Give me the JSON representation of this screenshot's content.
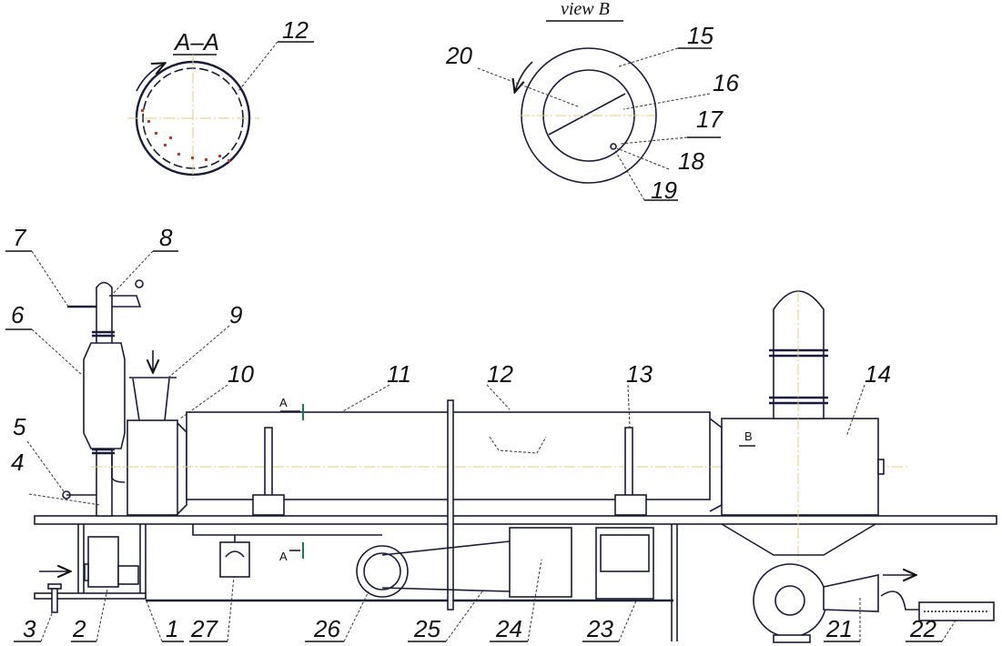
{
  "title": "Rotary drum dryer installation",
  "section_label": "A–A",
  "view_label": "view B",
  "section_markers": {
    "a_top": "A",
    "a_bottom": "A",
    "b": "B"
  },
  "labels": {
    "l1": "1",
    "l2": "2",
    "l3": "3",
    "l4": "4",
    "l5": "5",
    "l6": "6",
    "l7": "7",
    "l8": "8",
    "l9": "9",
    "l10": "10",
    "l11": "11",
    "l12": "12",
    "l12s": "12",
    "l13": "13",
    "l14": "14",
    "l15": "15",
    "l16": "16",
    "l17": "17",
    "l18": "18",
    "l19": "19",
    "l20": "20",
    "l21": "21",
    "l22": "22",
    "l23": "23",
    "l24": "24",
    "l25": "25",
    "l26": "26",
    "l27": "27"
  }
}
